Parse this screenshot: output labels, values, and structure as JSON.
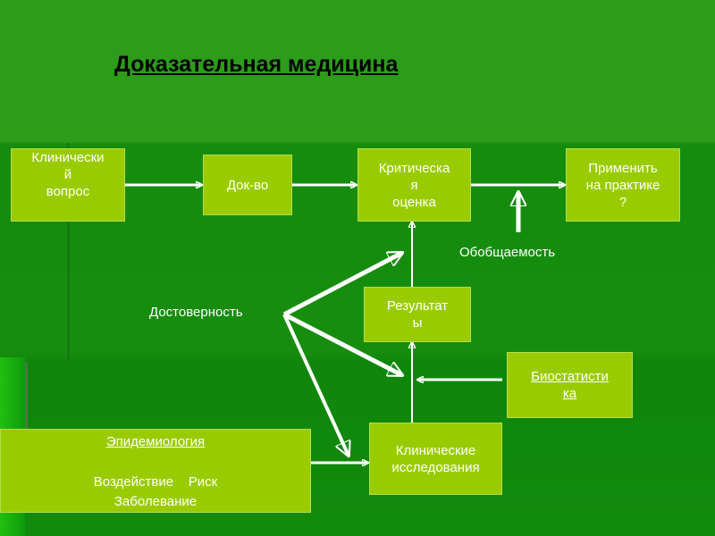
{
  "title": "Доказательная медицина",
  "boxes": {
    "clinical_question": [
      "Клинически",
      "й",
      "вопрос"
    ],
    "evidence": [
      "Док-во"
    ],
    "critical_appraisal": [
      "Критическа",
      "я",
      "оценка"
    ],
    "apply": [
      "Применить",
      "на практике",
      "?"
    ],
    "results": [
      "Результат",
      "ы"
    ],
    "biostatistics": [
      "Биостатисти",
      "ка"
    ],
    "epidemiology": {
      "heading": "Эпидемиология",
      "line1a": "Воздействие",
      "line1b": "Риск",
      "line2": "Заболевание"
    },
    "clinical_trials": [
      "Клинические",
      "исследования"
    ]
  },
  "labels": {
    "generalizability": "Обобщаемость",
    "validity": "Достоверность"
  },
  "colors": {
    "box": "#99cc00",
    "background": "#178d0f",
    "arrow": "#ffffff"
  }
}
